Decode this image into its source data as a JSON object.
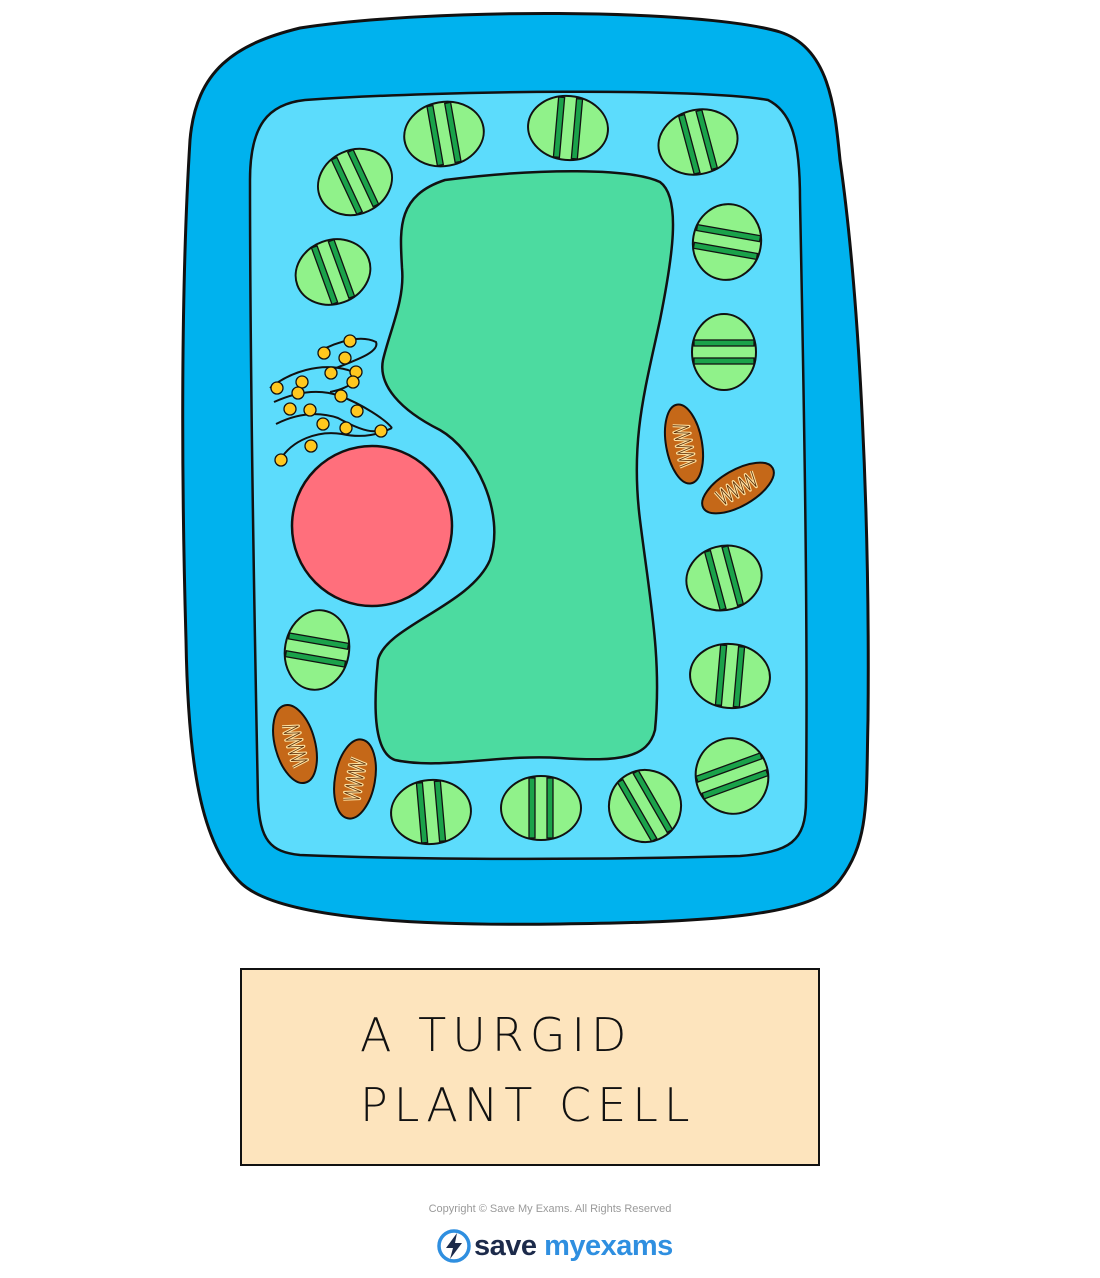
{
  "caption": {
    "line1": "A TURGID",
    "line2": "PLANT CELL"
  },
  "footer": {
    "copyright": "Copyright © Save My Exams. All Rights Reserved",
    "logo": {
      "part1": "save ",
      "part2": "my",
      "part3": "exams",
      "icon": "lightning-bolt-icon"
    }
  },
  "colors": {
    "cell_wall": "#00b2ee",
    "cytoplasm": "#5cdcfc",
    "vacuole": "#4cdba0",
    "nucleus": "#ff6f7c",
    "chloroplast": "#90f28a",
    "chloroplast_band": "#1aa24a",
    "mitochondrion": "#c56818",
    "mitochondrion_inner": "#fde0a0",
    "ribosome": "#ffc81e",
    "caption_bg": "#fde4bd"
  }
}
